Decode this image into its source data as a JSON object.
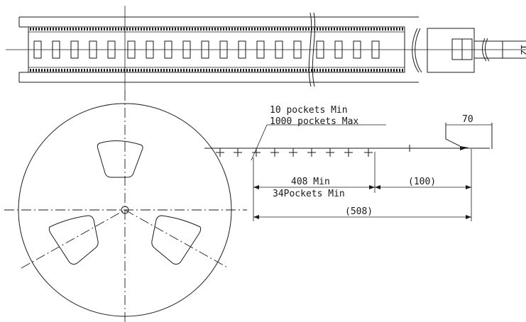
{
  "labels": {
    "pockets_min": "10 pockets Min",
    "pockets_max": "1000 pockets Max",
    "dim_70": "70",
    "dim_408": "408 Min",
    "pockets_34": "34Pockets Min",
    "dim_100": "(100)",
    "dim_508": "(508)",
    "edge_label": "12"
  },
  "colors": {
    "ink": "#1a1a1a",
    "background": "#ffffff"
  }
}
